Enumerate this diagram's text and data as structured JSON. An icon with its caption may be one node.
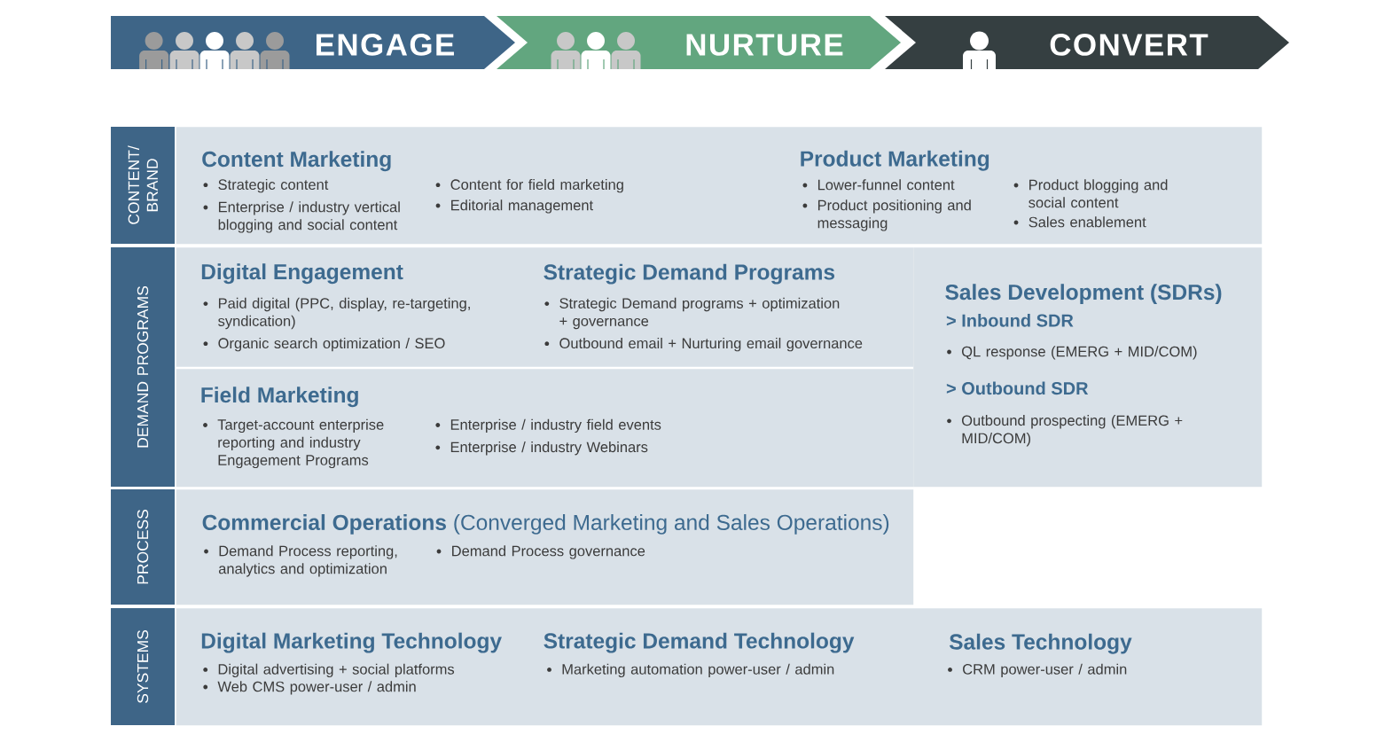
{
  "diagram": {
    "nodes": [
      {
        "text": [
          "ENGAGE"
        ]
      },
      {
        "text": [
          "NURTURE"
        ]
      },
      {
        "text": [
          "CONVERT"
        ]
      },
      {
        "text": [
          "CONTENT/ BRAND"
        ]
      },
      {
        "text": [
          "Content Marketing",
          "Strategic content",
          "Enterprise / industry vertical blogging and social content",
          "Content for field marketing",
          "Editorial management",
          "Product Marketing",
          "Lower-funnel content",
          "Product positioning and messaging",
          "Product blogging and social content",
          "Sales enablement"
        ]
      },
      {
        "text": [
          "DEMAND PROGRAMS"
        ]
      },
      {
        "text": [
          "Digital Engagement",
          "Paid digital (PPC, display, re-targeting, syndication)",
          "Organic search optimization / SEO",
          "Strategic Demand Programs",
          "Strategic Demand programs + optimization + governance",
          "Outbound email + Nurturing email governance"
        ]
      },
      {
        "text": [
          "Sales Development (SDRs)",
          "> Inbound SDR",
          "QL response (EMERG + MID/COM)",
          "> Outbound SDR",
          "Outbound prospecting (EMERG + MID/COM)"
        ]
      },
      {
        "text": [
          "Field Marketing",
          "Target-account enterprise reporting and industry Engagement Programs",
          "Enterprise / industry field events",
          "Enterprise / industry Webinars"
        ]
      },
      {
        "text": [
          "PROCESS"
        ]
      },
      {
        "text": [
          "**Commercial Operations** (Converged Marketing and Sales Operations)",
          "Demand Process reporting, analytics and optimization",
          "Demand Process governance"
        ]
      },
      {
        "text": [
          "SYSTEMS"
        ]
      },
      {
        "text": [
          "Digital Marketing Technology",
          "Digital advertising + social platforms",
          "Web CMS power-user / admin",
          "Strategic Demand Technology",
          "Marketing automation power-user / admin",
          "Sales Technology",
          "CRM power-user / admin"
        ]
      }
    ]
  }
}
